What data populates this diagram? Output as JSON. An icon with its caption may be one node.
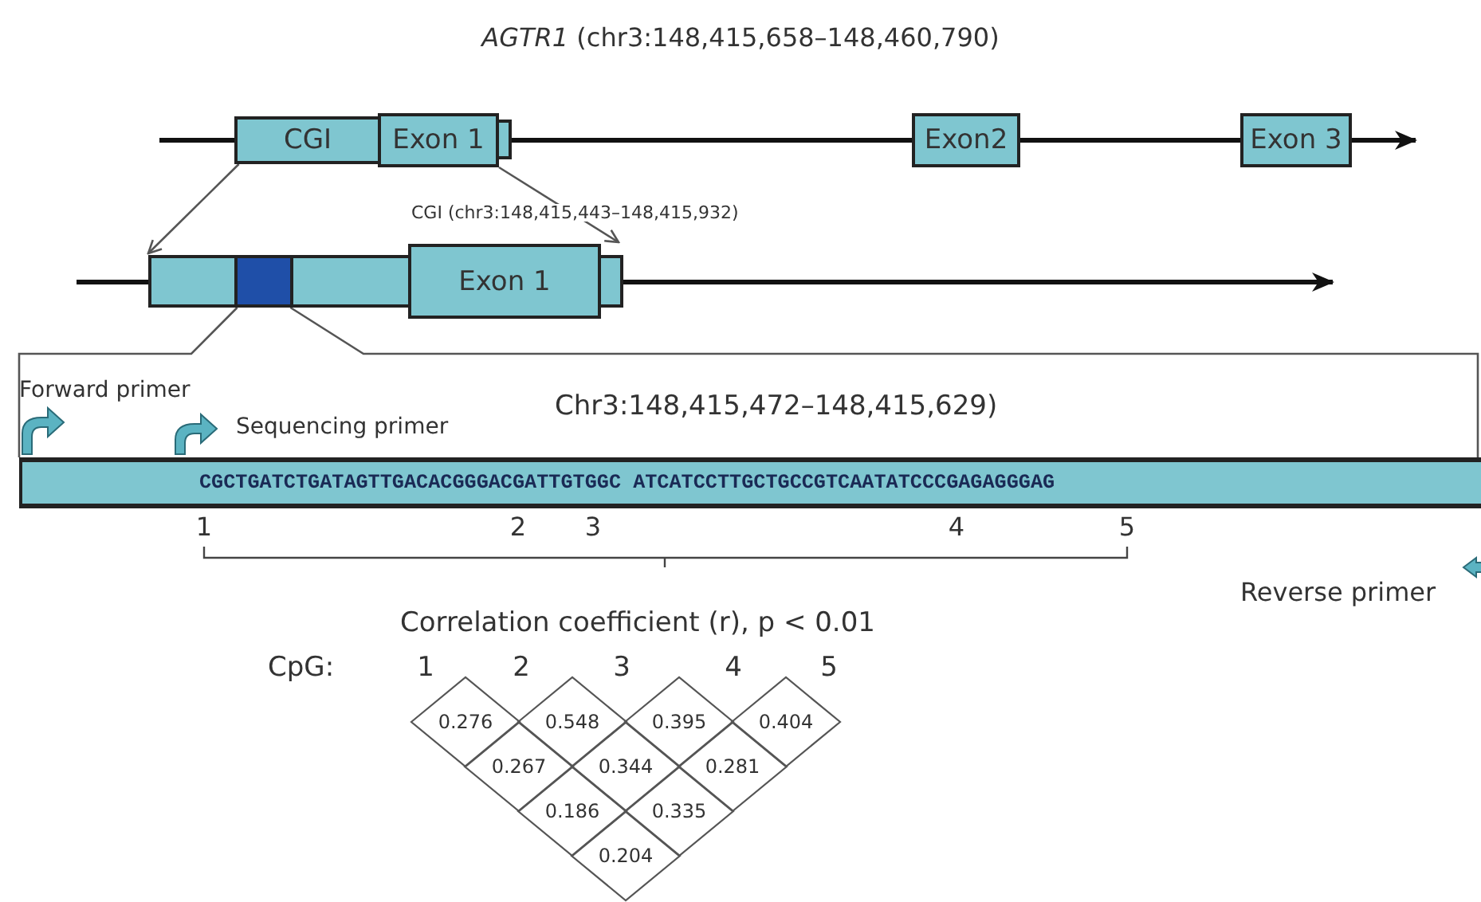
{
  "diagram": {
    "title": "*AGTR1* (chr3:148,415,658–148,460,790)",
    "nodes": [
      {
        "text": [
          "CGI"
        ]
      },
      {
        "text": [
          "Exon 1"
        ]
      },
      {
        "text": [
          "Exon2"
        ]
      },
      {
        "text": [
          "Exon 3"
        ]
      },
      {
        "text": [],
        "shape": "box"
      },
      {
        "text": [],
        "shape": "box",
        "in": 4
      },
      {
        "text": [
          "Exon 1"
        ]
      },
      {
        "text": [
          "CGCTGATCTGATAGTTGACACGGGACGATTGTGGC ATCATCCTTGCTGCCGTCAATATCCCGAGAGGGAG"
        ],
        "beside": [
          "1",
          "2",
          "3",
          "4",
          "5"
        ]
      }
    ],
    "edges": [
      {
        "from": 0,
        "to": 4,
        "arrow": "to"
      },
      {
        "from": 1,
        "to": 6,
        "arrow": "to"
      },
      {
        "from": 5,
        "to": 7,
        "arrow": "none"
      },
      {
        "from": 5,
        "to": 7,
        "arrow": "none"
      }
    ],
    "labels": [
      "CGI (chr3:148,415,443–148,415,932)",
      "Forward primer",
      "Sequencing primer",
      "Chr3:148,415,472–148,415,629)",
      "Reverse primer",
      "Correlation coefficient (r), p < 0.01",
      "CpG:",
      "1",
      "2",
      "3",
      "4",
      "5",
      "0.276",
      "0.548",
      "0.395",
      "0.404",
      "0.267",
      "0.344",
      "0.281",
      "0.186",
      "0.335",
      "0.204"
    ]
  }
}
